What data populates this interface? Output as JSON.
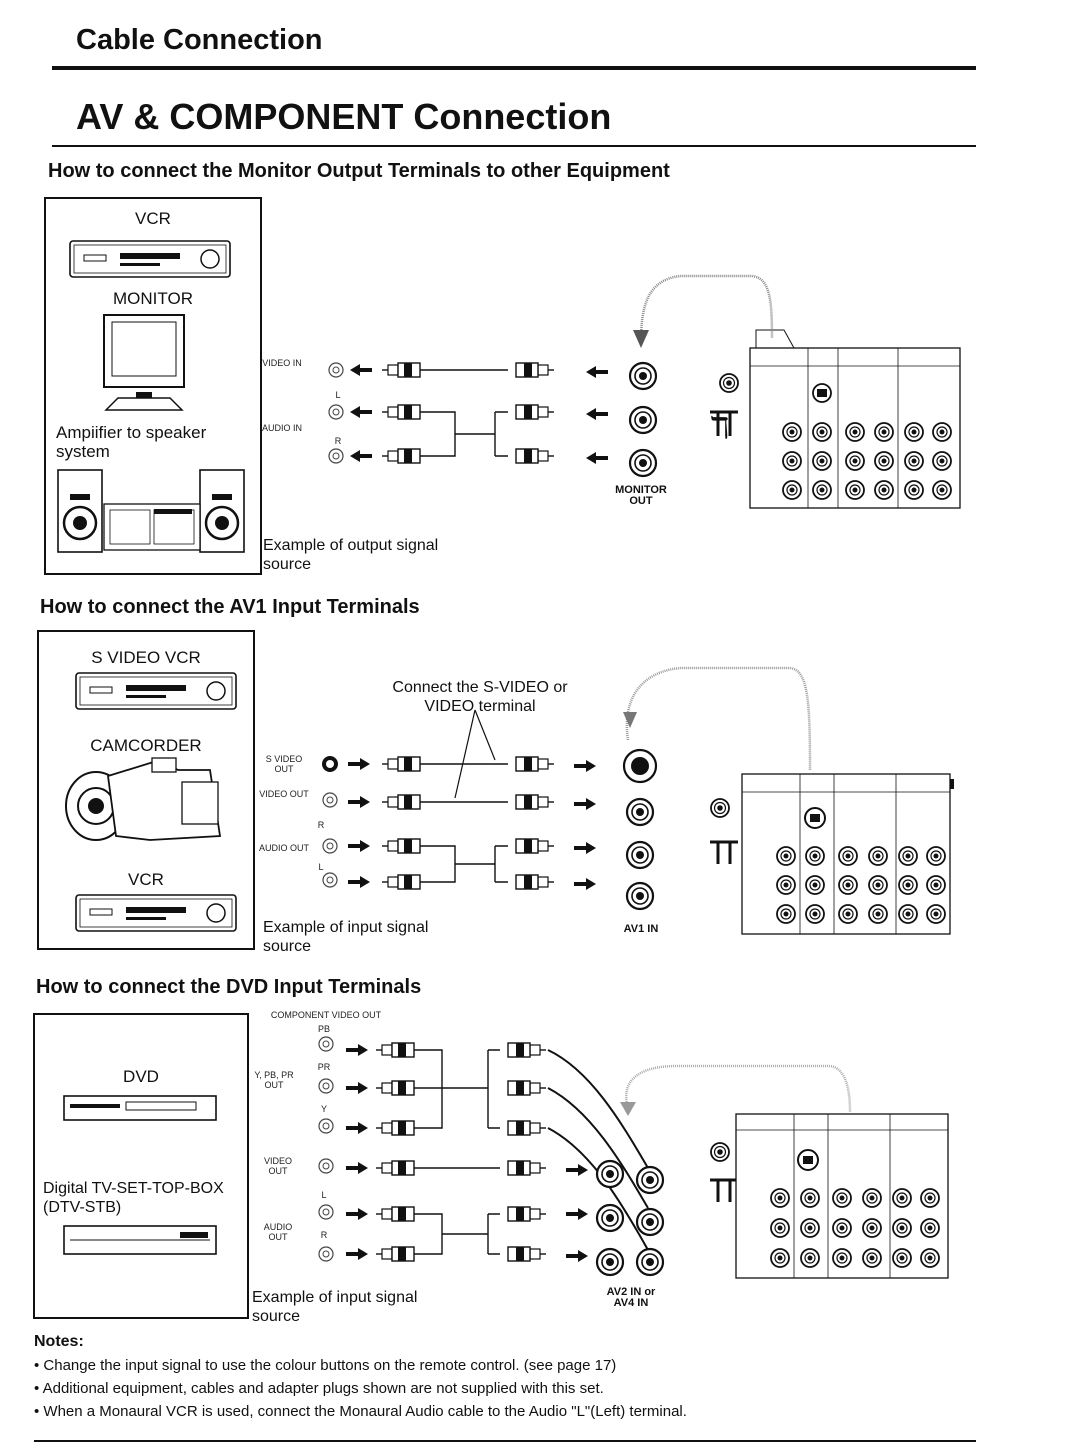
{
  "page": {
    "section_title": "Cable Connection",
    "main_title": "AV & COMPONENT Connection"
  },
  "monitor_out": {
    "heading": "How to connect the Monitor Output Terminals to other Equipment",
    "devices": [
      "VCR",
      "MONITOR",
      "Ampiifier to speaker system"
    ],
    "video_in_label": "VIDEO IN",
    "audio_in_label": "AUDIO IN",
    "l_label": "L",
    "r_label": "R",
    "terminal_label": "MONITOR OUT",
    "caption": "Example of output signal source"
  },
  "av1": {
    "heading": "How to connect the AV1 Input Terminals",
    "devices": [
      "S VIDEO VCR",
      "CAMCORDER",
      "VCR"
    ],
    "s_video_out": "S VIDEO OUT",
    "video_out": "VIDEO OUT",
    "audio_out": "AUDIO OUT",
    "r_label": "R",
    "l_label": "L",
    "connect_note": "Connect the S-VIDEO or VIDEO terminal",
    "terminal_label": "AV1 IN",
    "caption": "Example of input signal source"
  },
  "dvd": {
    "heading": "How to connect the DVD Input Terminals",
    "devices": [
      "DVD",
      "Digital TV-SET-TOP-BOX (DTV-STB)"
    ],
    "component_label": "COMPONENT VIDEO OUT",
    "ypbpr_out": "Y, PB, PR OUT",
    "pb": "PB",
    "pr": "PR",
    "y": "Y",
    "video_out": "VIDEO OUT",
    "audio_out": "AUDIO OUT",
    "l_label": "L",
    "r_label": "R",
    "terminal_label": "AV2 IN or AV4 IN",
    "caption": "Example of input signal source"
  },
  "panel": {
    "monitor_out": "MONITOR OUT",
    "av1_in": "AV1 IN",
    "av2_in": "AV2 IN",
    "av4_in": "AV4 IN"
  },
  "notes": {
    "heading": "Notes:",
    "items": [
      "• Change the input signal to use the colour buttons on the remote control. (see page 17)",
      "• Additional equipment, cables and adapter plugs shown are not supplied with this set.",
      "• When a Monaural VCR is used, connect the Monaural Audio cable to the Audio \"L\"(Left) terminal."
    ]
  }
}
